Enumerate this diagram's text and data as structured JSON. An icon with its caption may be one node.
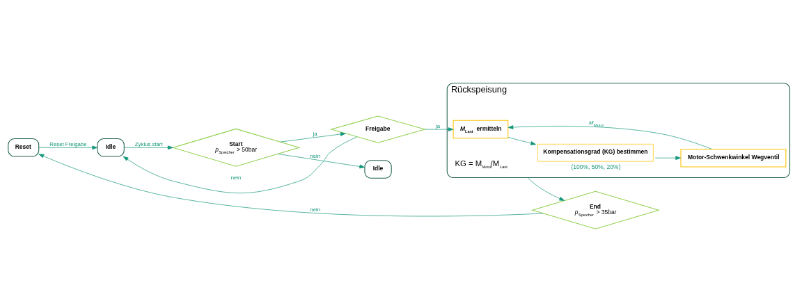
{
  "diagram": {
    "nodes": [
      {
        "text": [
          "Idle"
        ]
      },
      {
        "text": [
          "Start",
          "*p*$_{Speicher}$ > 50bar"
        ]
      },
      {
        "text": [
          "Freigabe"
        ]
      },
      {
        "text": [
          "Idle"
        ]
      },
      {
        "text": [
          "Reset"
        ]
      },
      {
        "text": [
          "Rückspeisung"
        ]
      },
      {
        "text": [
          "*M*$_{Last}$ ermitteln"
        ],
        "in": 5
      },
      {
        "text": [
          "Kompensationsgrad (KG) bestimmen"
        ],
        "in": 5,
        "beside": [
          "(100%, 50%, 20%)"
        ]
      },
      {
        "text": [
          "Motor-Schwenkwinkel Wegventil"
        ],
        "in": 5
      },
      {
        "text": [
          "End",
          "*p*$_{Speicher}$ > 35bar"
        ]
      }
    ],
    "edges": [
      {
        "from": 0,
        "to": 1,
        "arrow": "to",
        "label": "Zyklus start"
      },
      {
        "from": 1,
        "to": 2,
        "arrow": "to",
        "label": "ja"
      },
      {
        "from": 2,
        "to": 0,
        "arrow": "to",
        "label": "nein"
      },
      {
        "from": 2,
        "to": 6,
        "arrow": "to",
        "label": "ja"
      },
      {
        "from": 1,
        "to": 3,
        "arrow": "to",
        "label": "nein"
      },
      {
        "from": 6,
        "to": 7,
        "arrow": "to"
      },
      {
        "from": 7,
        "to": 8,
        "arrow": "to"
      },
      {
        "from": 8,
        "to": 6,
        "arrow": "to",
        "label": "*M*$_{Motor}$"
      },
      {
        "from": 5,
        "to": 9,
        "arrow": "to"
      },
      {
        "from": 9,
        "to": 4,
        "arrow": "to",
        "label": "nein"
      },
      {
        "from": 4,
        "to": 0,
        "arrow": "to",
        "label": "Reset Freigabe"
      }
    ],
    "labels": [
      "KG = M$_{Motor}$/M$_{Last}$"
    ]
  }
}
